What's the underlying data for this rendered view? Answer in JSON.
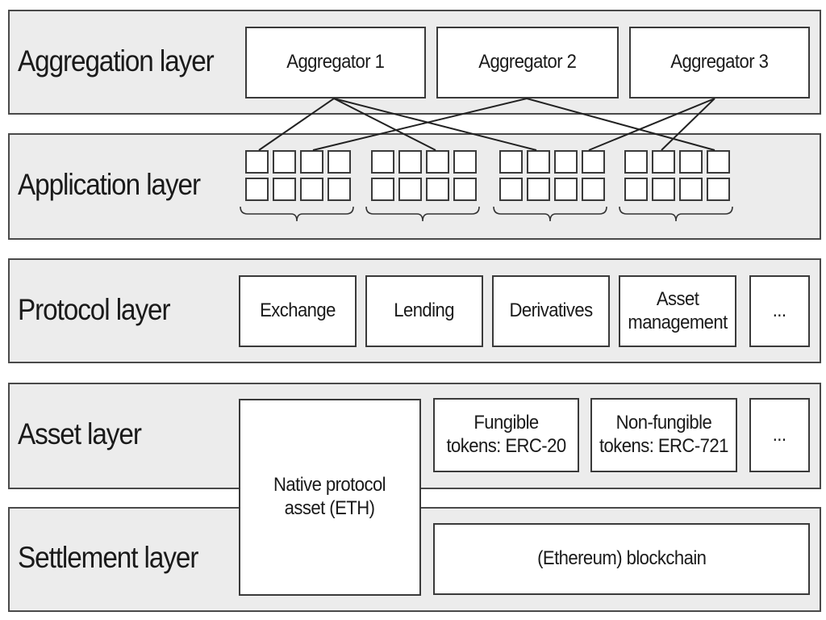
{
  "layers": {
    "aggregation": "Aggregation layer",
    "application": "Application layer",
    "protocol": "Protocol layer",
    "asset": "Asset layer",
    "settlement": "Settlement layer"
  },
  "aggregators": [
    "Aggregator 1",
    "Aggregator 2",
    "Aggregator 3"
  ],
  "protocols": [
    "Exchange",
    "Lending",
    "Derivatives",
    "Asset\nmanagement",
    "..."
  ],
  "assets": {
    "native": "Native protocol\nasset (ETH)",
    "fungible": "Fungible\ntokens: ERC-20",
    "non_fungible": "Non-fungible\ntokens: ERC-721",
    "more": "..."
  },
  "settlement": {
    "blockchain": "(Ethereum) blockchain"
  },
  "colors": {
    "band": "#ececec",
    "border": "#3a3a3a",
    "box": "#ffffff",
    "text": "#1a1a1a"
  }
}
